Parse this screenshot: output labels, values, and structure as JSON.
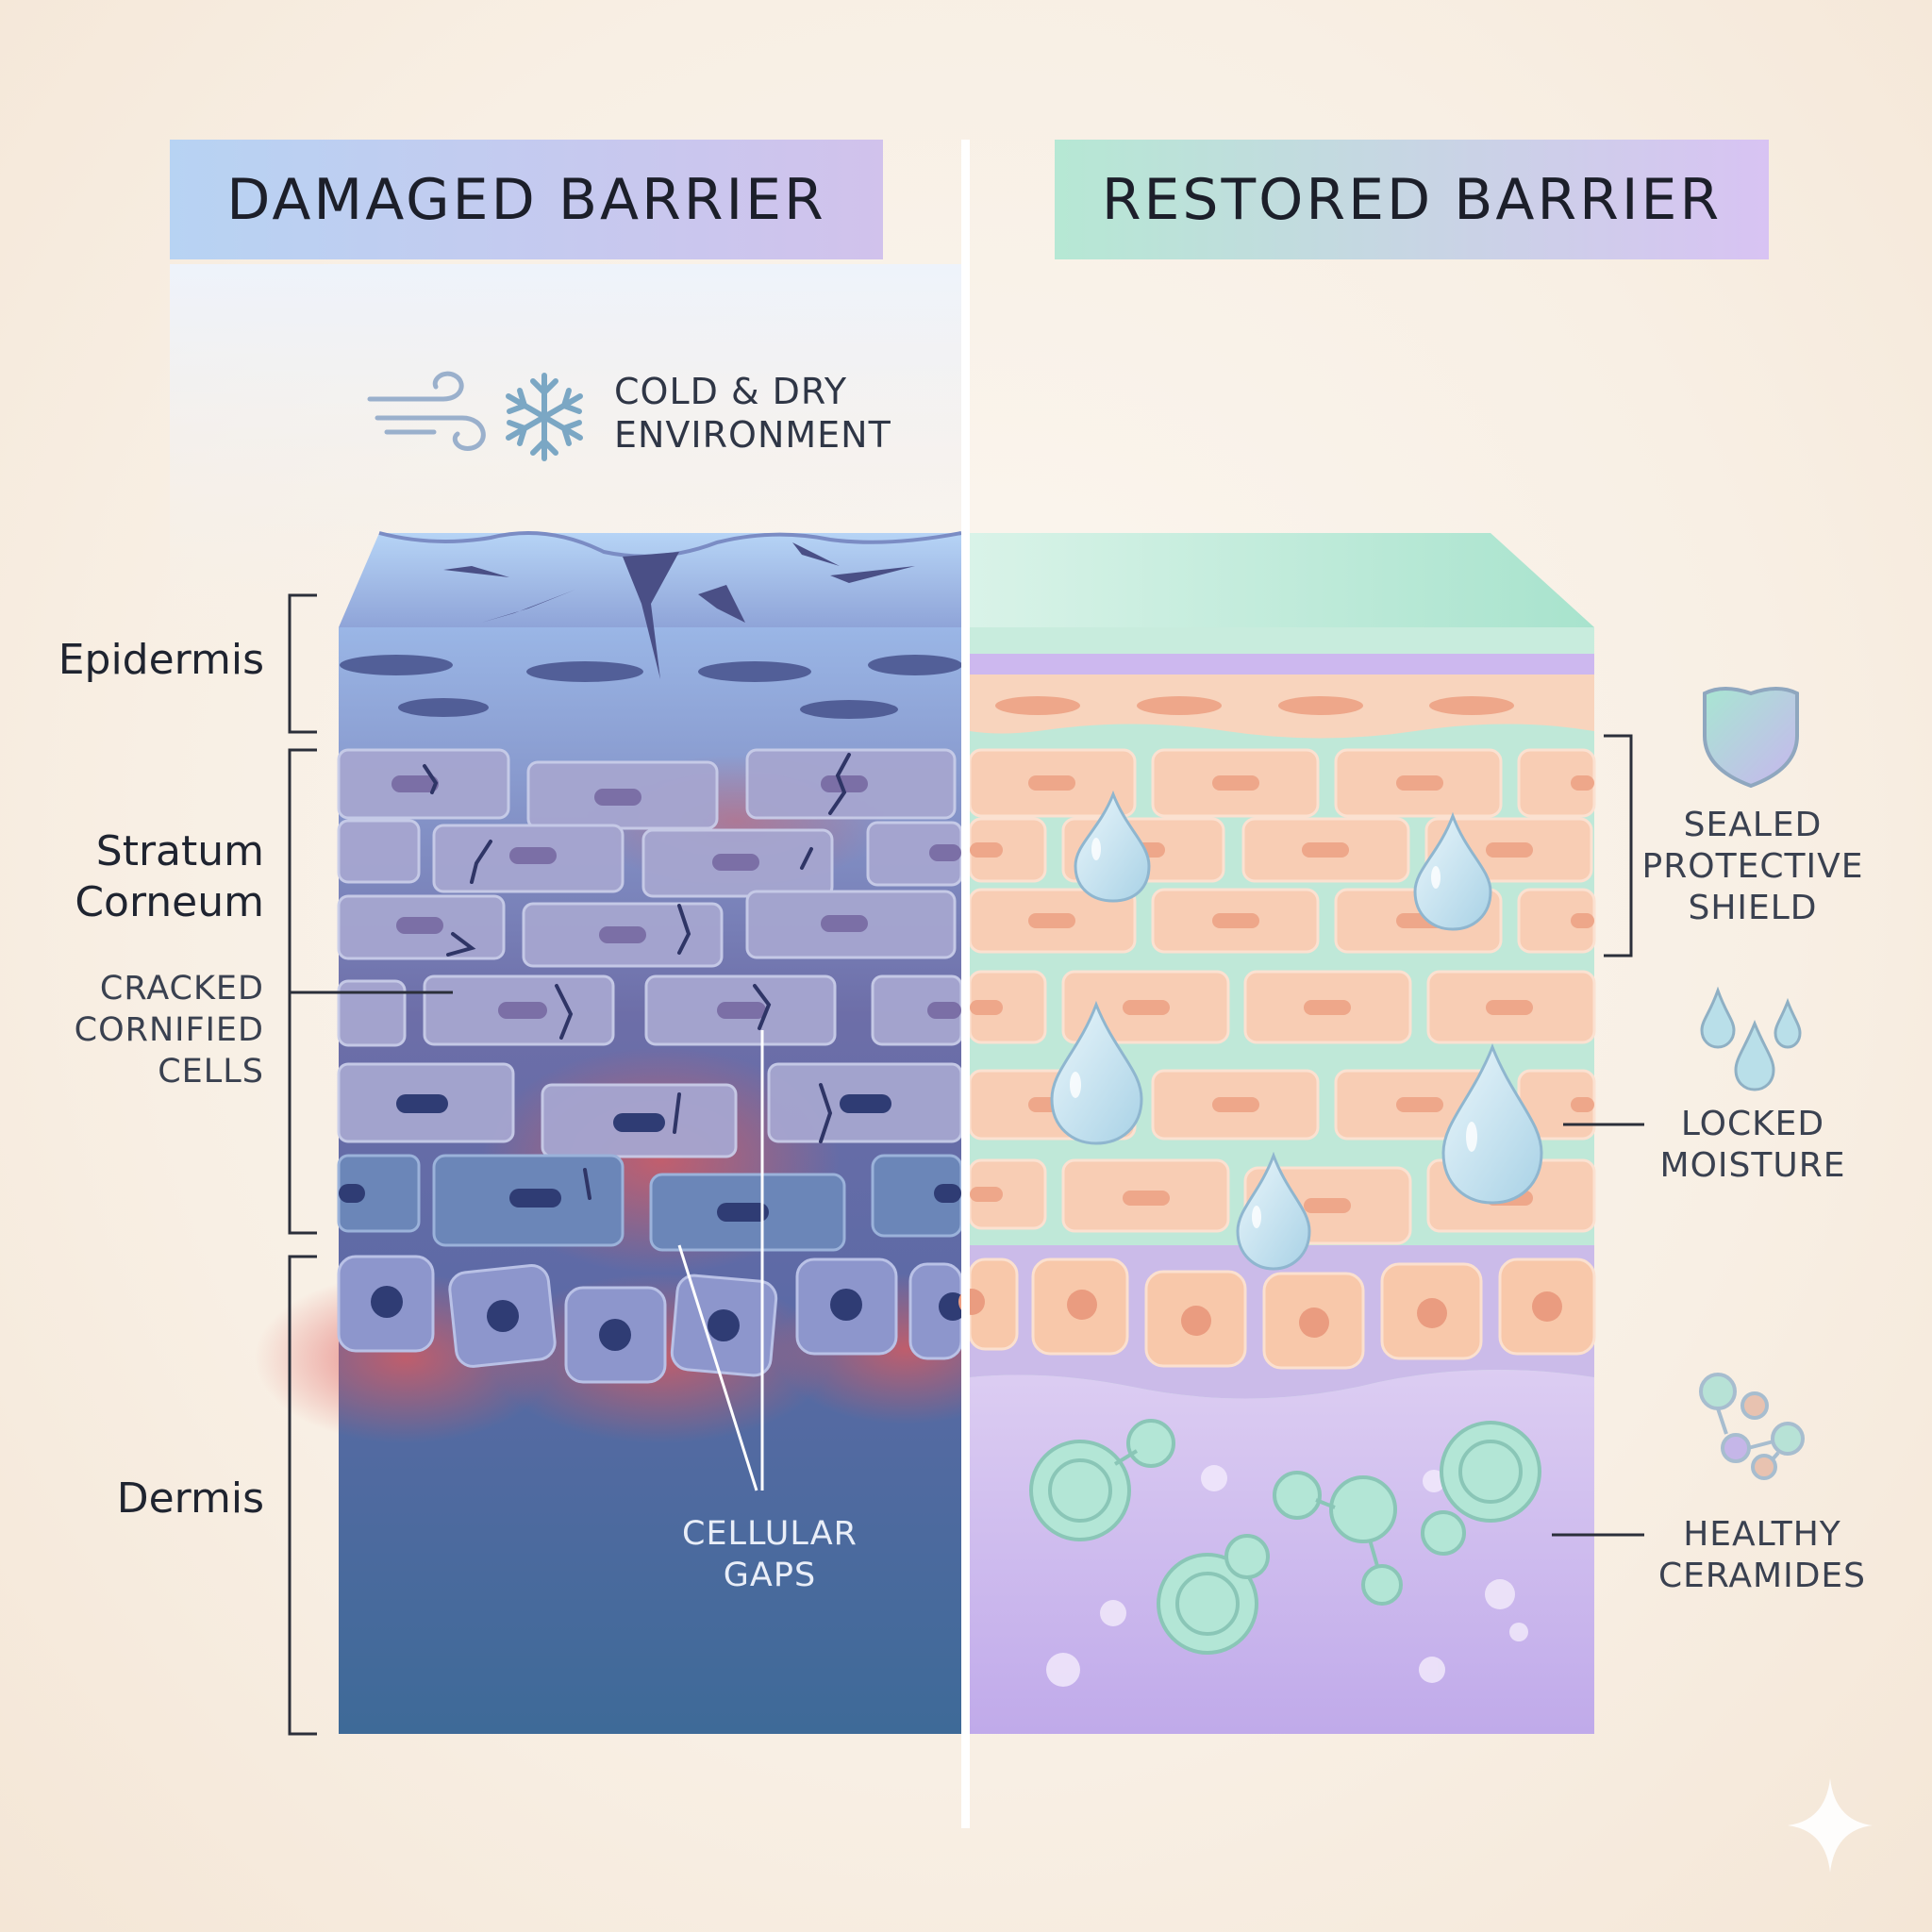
{
  "titles": {
    "left": "DAMAGED BARRIER",
    "right": "RESTORED BARRIER"
  },
  "environment": {
    "line1": "COLD & DRY",
    "line2": "ENVIRONMENT",
    "icons": [
      "wind-icon",
      "snowflake-icon"
    ]
  },
  "layers": {
    "epidermis": "Epidermis",
    "stratum_line1": "Stratum",
    "stratum_line2": "Corneum",
    "dermis": "Dermis"
  },
  "left_callouts": {
    "cracked": [
      "CRACKED",
      "CORNIFIED",
      "CELLS"
    ],
    "gaps": [
      "CELLULAR",
      "GAPS"
    ]
  },
  "right_callouts": {
    "shield": [
      "SEALED",
      "PROTECTIVE",
      "SHIELD"
    ],
    "moisture": [
      "LOCKED",
      "MOISTURE"
    ],
    "ceramides": [
      "HEALTHY",
      "CERAMIDES"
    ],
    "icons": [
      "shield-icon",
      "droplets-icon",
      "molecule-icon"
    ]
  },
  "colors": {
    "damaged_top": "#a8c8ee",
    "damaged_bottom": "#3e6a98",
    "inflammation": "#d35a5a",
    "restored_cells": "#f8cdb4",
    "restored_matrix": "#bde9d6",
    "restored_dermis": "#c9b4ec",
    "ceramide": "#a8e3d2"
  }
}
